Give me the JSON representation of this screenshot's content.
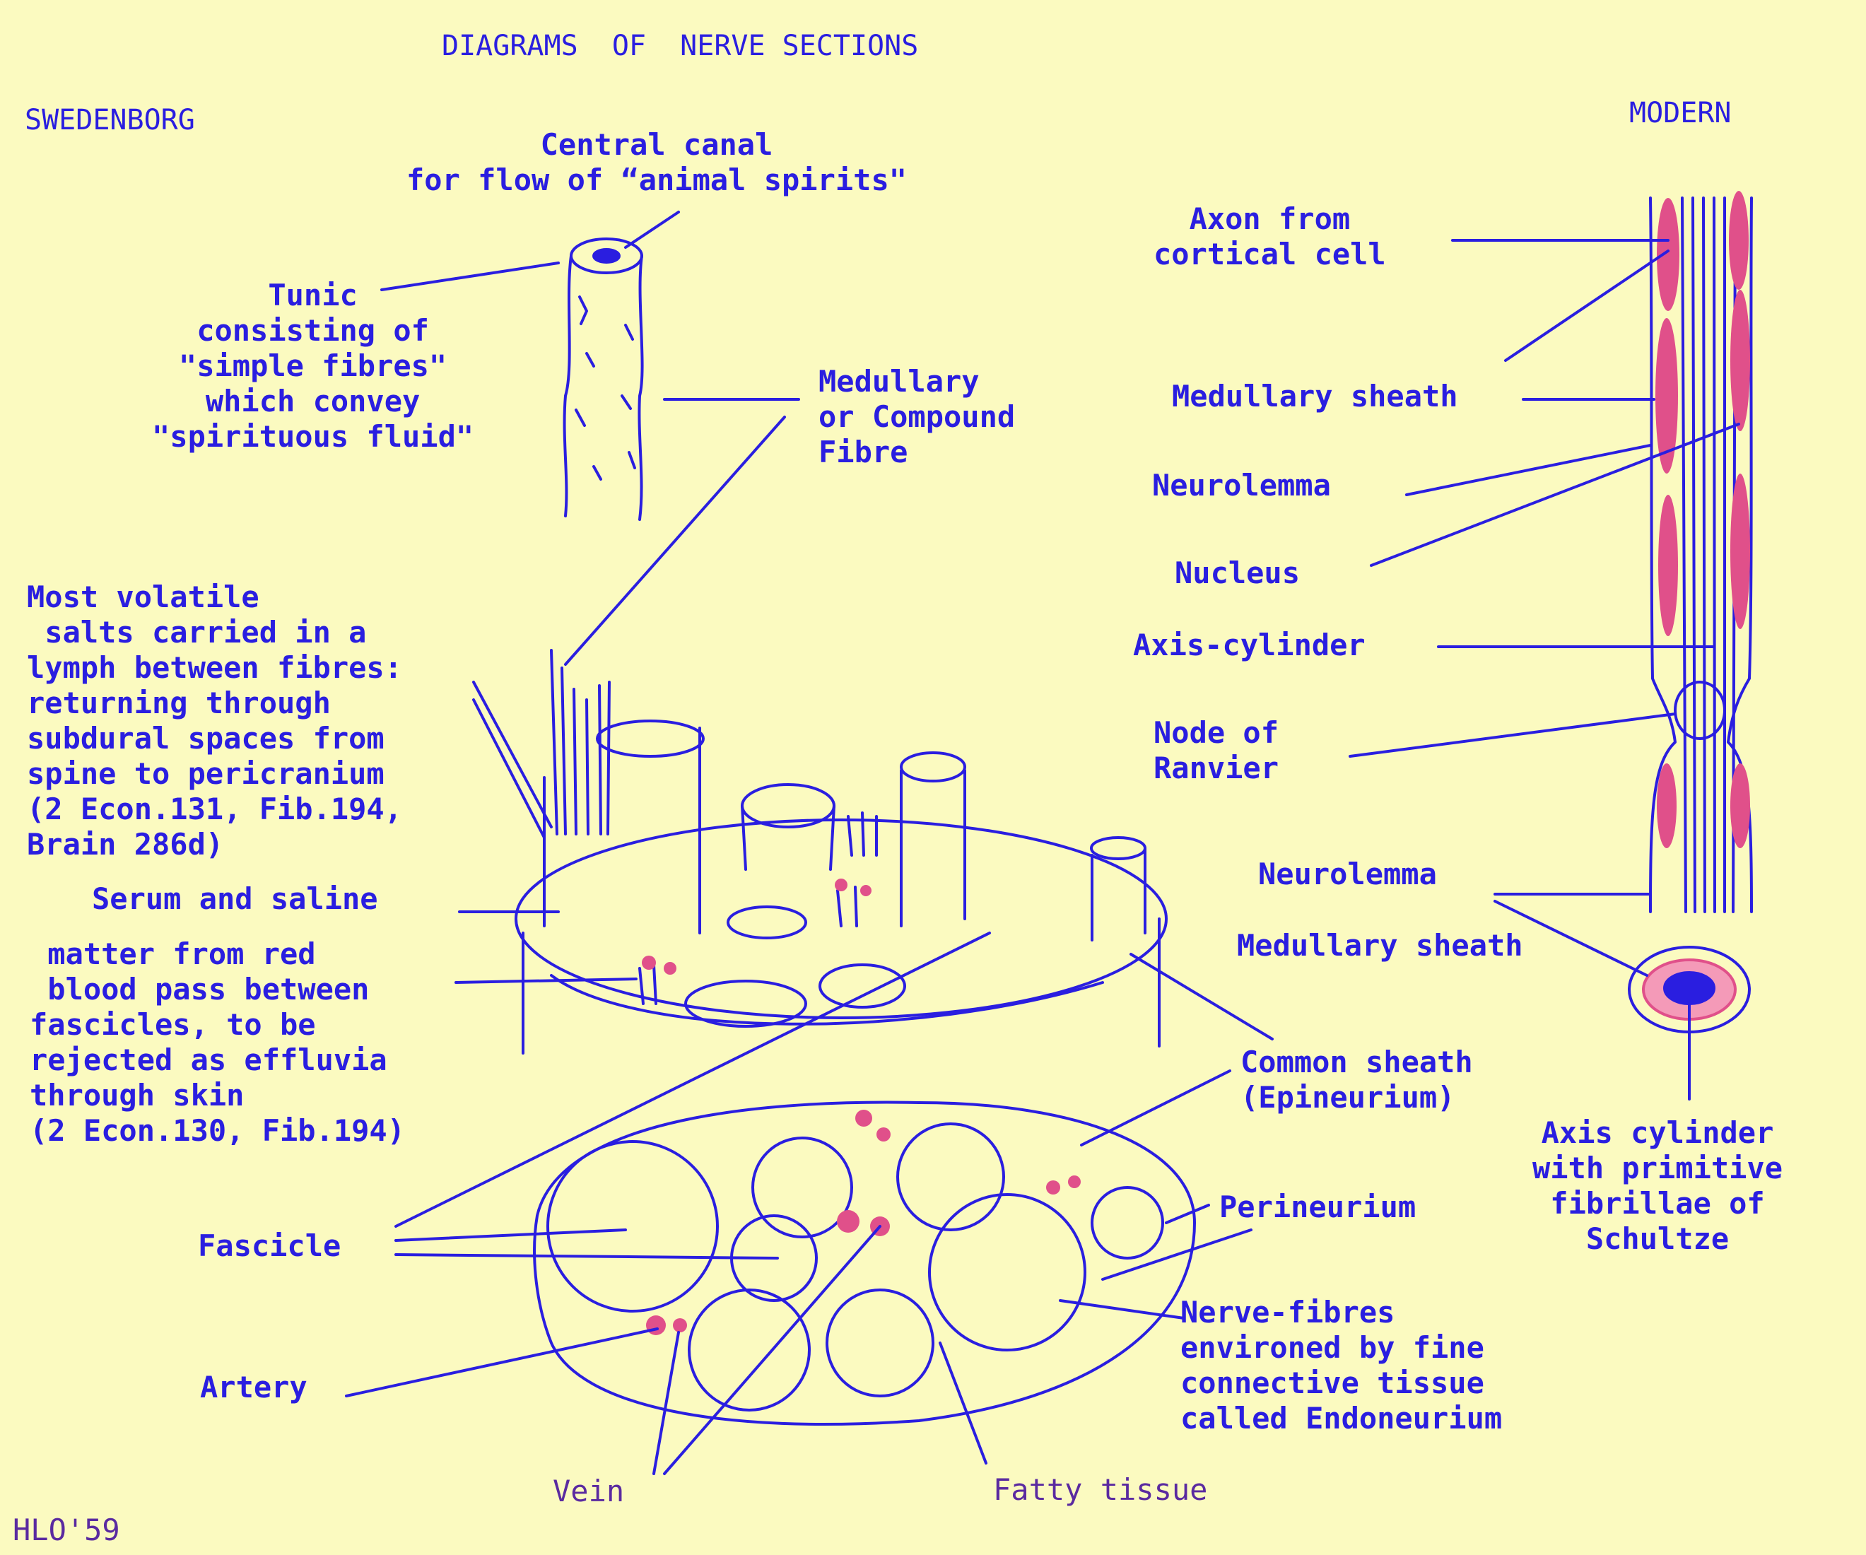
{
  "title": "DIAGRAMS  OF  NERVE SECTIONS",
  "left_heading": "SWEDENBORG",
  "right_heading": "MODERN",
  "signature": "HLO'59",
  "colors": {
    "ink": "#2a1ee0",
    "pink": "#e0508a",
    "background": "#fbfac0",
    "signature": "#5a2aa0"
  },
  "swedenborg": {
    "central_canal": "Central canal\nfor flow of “animal spirits\"",
    "tunic": "Tunic\nconsisting of\n\"simple fibres\"\nwhich convey\n\"spirituous fluid\"",
    "medullary_fibre": "Medullary\nor Compound\nFibre",
    "volatile_salts": "Most volatile\n salts carried in a\nlymph between fibres:\nreturning through\nsubdural spaces from\nspine to pericranium\n(2 Econ.131, Fib.194,\nBrain 286d)",
    "serum_saline": "Serum and saline",
    "matter_red_blood": " matter from red\n blood pass between\nfascicles, to be\nrejected as effluvia\nthrough skin\n(2 Econ.130, Fib.194)"
  },
  "cross_section": {
    "fascicle": "Fascicle",
    "artery": "Artery",
    "vein": "Vein",
    "fatty_tissue": "Fatty tissue",
    "common_sheath": "Common sheath\n(Epineurium)",
    "perineurium": "Perineurium",
    "nerve_fibres": "Nerve-fibres\nenvironed by fine\nconnective tissue\ncalled Endoneurium"
  },
  "modern": {
    "axon": "Axon from\ncortical cell",
    "medullary_sheath_1": "Medullary sheath",
    "neurolemma_1": "Neurolemma",
    "nucleus": "Nucleus",
    "axis_cylinder_1": "Axis-cylinder",
    "node_of_ranvier": "Node of\nRanvier",
    "neurolemma_2": "Neurolemma",
    "medullary_sheath_2": "Medullary sheath",
    "axis_cylinder_2": "Axis cylinder\nwith primitive\nfibrillae of\nSchultze"
  }
}
